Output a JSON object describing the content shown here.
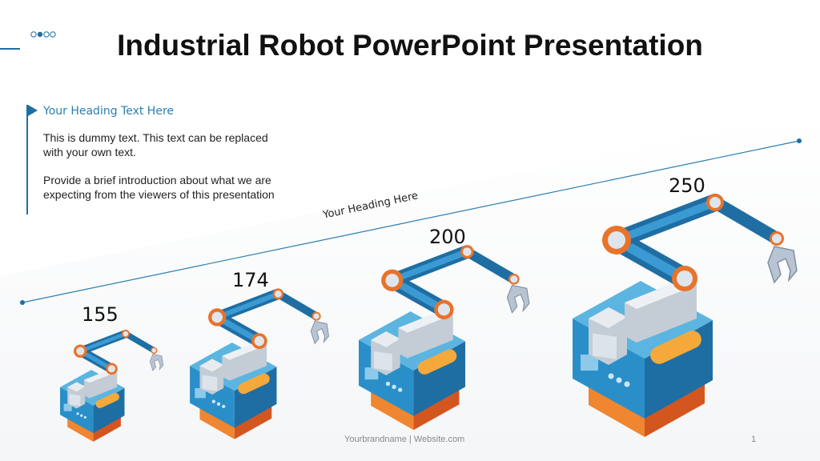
{
  "title": "Industrial Robot PowerPoint Presentation",
  "intro": {
    "heading": "Your Heading Text Here",
    "paragraph1": "This is dummy text. This text can be replaced with your own text.",
    "paragraph2": "Provide a brief introduction about what we are expecting from the viewers of this presentation"
  },
  "trend_label": "Your Heading Here",
  "robots": [
    {
      "value": "155"
    },
    {
      "value": "174"
    },
    {
      "value": "200"
    },
    {
      "value": "250"
    }
  ],
  "footer": {
    "brand": "Yourbrandname | Website.com",
    "page": "1"
  },
  "colors": {
    "accent": "#1f6ea3",
    "orange": "#e8732a",
    "blue": "#2a8fc8"
  }
}
